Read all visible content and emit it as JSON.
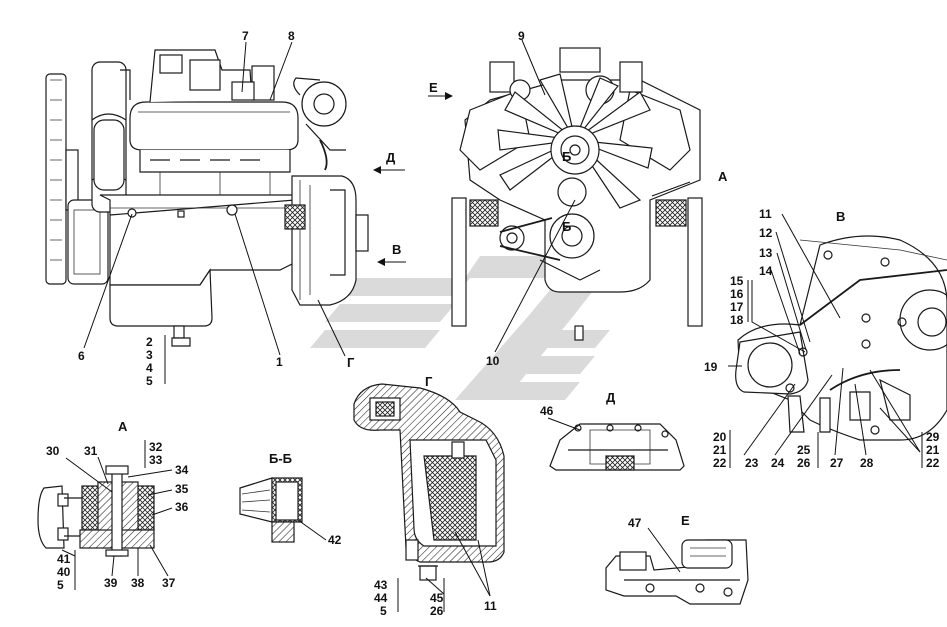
{
  "drawing": {
    "views": {
      "a": "А",
      "bb": "Б-Б",
      "b": "В",
      "g": "Г",
      "d": "Д",
      "e": "Е"
    },
    "arrows": {
      "d": "Д",
      "b": "В",
      "e": "Е",
      "a": "А",
      "g": "Г"
    },
    "sections": {
      "b_top": "Б",
      "b_bottom": "Б"
    },
    "callouts": {
      "n1": "1",
      "n6": "6",
      "n7": "7",
      "n8": "8",
      "n9": "9",
      "n10": "10",
      "stack_2_5": [
        "2",
        "3",
        "4",
        "5"
      ],
      "n11_b": "11",
      "n12": "12",
      "n13": "13",
      "n14": "14",
      "stack_15_18": [
        "15",
        "16",
        "17",
        "18"
      ],
      "n19": "19",
      "stack_20_22": [
        "20",
        "21",
        "22"
      ],
      "n23": "23",
      "n24": "24",
      "stack_25_26": [
        "25",
        "26"
      ],
      "n27": "27",
      "n28": "28",
      "stack_29_22": [
        "29",
        "21",
        "22"
      ],
      "n30": "30",
      "n31": "31",
      "stack_32_33": [
        "32",
        "33"
      ],
      "n34": "34",
      "n35": "35",
      "n36": "36",
      "stack_41_5": [
        "41",
        "40",
        "5"
      ],
      "n39": "39",
      "n38": "38",
      "n37": "37",
      "n42": "42",
      "stack_43_5": [
        "43",
        "44",
        "5"
      ],
      "stack_45_26": [
        "45",
        "26"
      ],
      "n11_g": "11",
      "n46": "46",
      "n47": "47"
    }
  }
}
